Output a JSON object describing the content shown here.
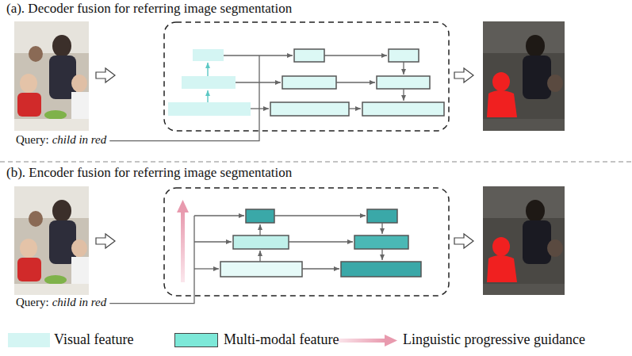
{
  "diagram": {
    "labels": [
      "(a). Decoder fusion for referring image segmentation",
      "Query:",
      "child in red",
      "(b). Encoder fusion for referring image segmentation",
      "Query:",
      "child in red"
    ],
    "legend": [
      {
        "text": "Visual feature",
        "color": "#d4f5f3"
      },
      {
        "text": "Multi-modal feature",
        "color": "#7de8d8"
      },
      {
        "text": "Linguistic progressive guidance"
      }
    ]
  }
}
